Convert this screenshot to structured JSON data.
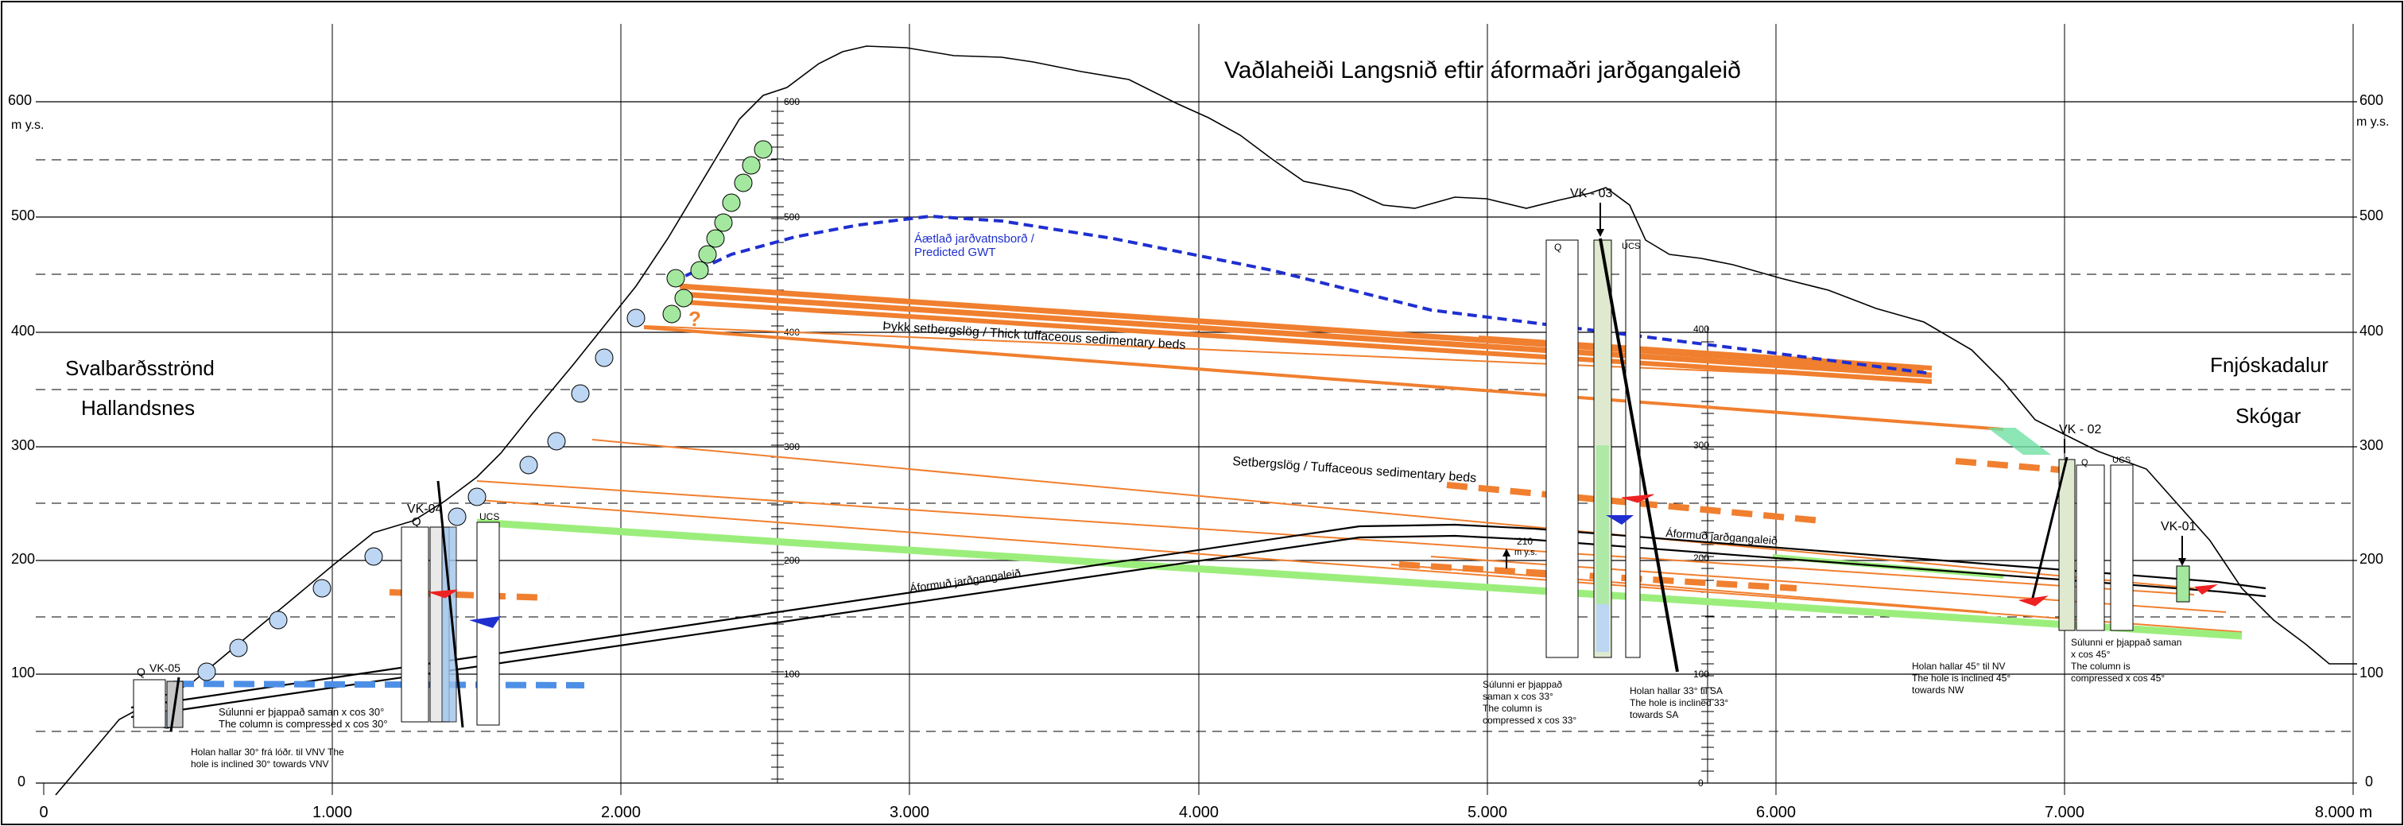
{
  "title": "Vaðlaheiði  Langsnið eftir áformaðri jarðgangaleið",
  "y_axis": {
    "unit": "m y.s.",
    "ticks": [
      "0",
      "100",
      "200",
      "300",
      "400",
      "500",
      "600"
    ]
  },
  "x_axis": {
    "ticks": [
      "0",
      "1.000",
      "2.000",
      "3.000",
      "4.000",
      "5.000",
      "6.000",
      "7.000",
      "8.000 m"
    ]
  },
  "place_labels": {
    "left_top": "Svalbarðsströnd",
    "left_bottom": "Hallandsnes",
    "right_top": "Fnjóskadalur",
    "right_bottom": "Skógar"
  },
  "annotations": {
    "gwt_line1": "Áætlað jarðvatnsborð /",
    "gwt_line2": "Predicted GWT",
    "thick_beds": "Þykk setbergslög / Thick tuffaceous sedimentary beds",
    "sed_beds": "Setbergslög / Tuffaceous sedimentary beds",
    "tunnel_left": "Áformuð jarðgangaleið",
    "tunnel_right": "Áformuð jarðgangaleið",
    "question": "?",
    "depth_value": "210",
    "depth_unit": "m y.s."
  },
  "boreholes": [
    {
      "name": "VK-05",
      "q": "Q",
      "note_lines": [
        "Súlunni er þjappað saman x cos 30°",
        "The column is compressed x cos 30°"
      ],
      "incline_lines": [
        "Holan hallar 30° frá lóðr. til VNV The",
        "hole is inclined 30°  towards VNV"
      ]
    },
    {
      "name": "VK-04",
      "q": "Q",
      "ucs": "UCS"
    },
    {
      "name": "VK - 03",
      "q": "Q",
      "ucs": "UCS",
      "note_lines": [
        "Súlunni er þjappað",
        "saman x cos 33°",
        "The column is",
        "compressed x cos 33°"
      ],
      "incline_lines": [
        "Holan hallar 33° til SA",
        "The hole is inclined 33°",
        "towards SA"
      ]
    },
    {
      "name": "VK - 02",
      "q": "Q",
      "ucs": "UCS",
      "note_lines": [
        "Súlunni er þjappað saman",
        "x cos 45°",
        "The column is",
        "compressed x cos 45°"
      ],
      "incline_lines": [
        "Holan hallar 45° til NV",
        "The hole is inclined 45°",
        "towards NW"
      ]
    },
    {
      "name": "VK-01"
    }
  ],
  "inner_scales": {
    "left": [
      "600",
      "500",
      "400",
      "300",
      "200",
      "100"
    ],
    "right": [
      "400",
      "300",
      "200",
      "100",
      "0"
    ]
  },
  "colors": {
    "orange": "#f07f2f",
    "green": "#9cee7c",
    "blue_gwt": "#1f2fd0",
    "blue_dash": "#4d8fe6",
    "circle_blue": "#bcd6f3",
    "circle_green": "#a3e89e"
  }
}
